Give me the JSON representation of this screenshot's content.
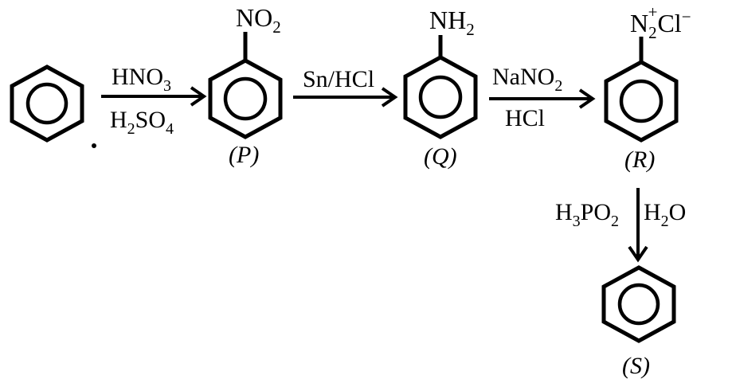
{
  "compounds": {
    "P": {
      "label": "(P)",
      "group_main": "NO",
      "group_sub": "2"
    },
    "Q": {
      "label": "(Q)",
      "group_main": "NH",
      "group_sub": "2"
    },
    "R": {
      "label": "(R)",
      "group_main": "N",
      "group_sub": "2",
      "group_sup": "+",
      "counter_ion": "Cl",
      "counter_charge": "−"
    },
    "S": {
      "label": "(S)"
    }
  },
  "reactions": {
    "step1": {
      "top": {
        "parts": [
          "HNO",
          "3"
        ]
      },
      "bottom": {
        "parts": [
          "H",
          "2",
          "SO",
          "4"
        ]
      }
    },
    "step2": {
      "top": {
        "text": "Sn/HCl"
      }
    },
    "step3": {
      "top": {
        "parts": [
          "NaNO",
          "2"
        ]
      },
      "bottom": {
        "text": "HCl"
      }
    },
    "step4": {
      "left": {
        "parts": [
          "H",
          "3",
          "PO",
          "2"
        ]
      },
      "right": {
        "parts": [
          "H",
          "2",
          "O"
        ]
      }
    }
  }
}
